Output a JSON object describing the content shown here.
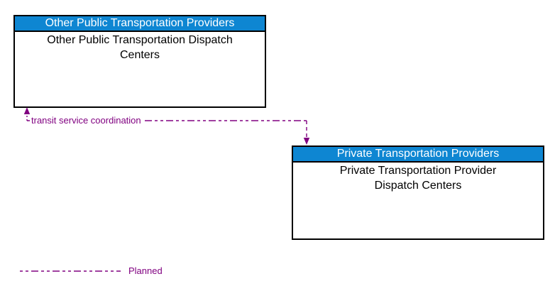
{
  "boxes": [
    {
      "header": "Other Public Transportation Providers",
      "body_lines": [
        "Other Public Transportation Dispatch",
        "Centers"
      ]
    },
    {
      "header": "Private Transportation Providers",
      "body_lines": [
        "Private Transportation Provider",
        "Dispatch Centers"
      ]
    }
  ],
  "flow": {
    "label": "transit service coordination"
  },
  "legend": {
    "planned_label": "Planned"
  },
  "colors": {
    "header_bg": "#0e86d2",
    "header_text": "#ffffff",
    "body_text": "#000000",
    "border": "#000000",
    "flow": "#800080",
    "background": "#ffffff"
  }
}
